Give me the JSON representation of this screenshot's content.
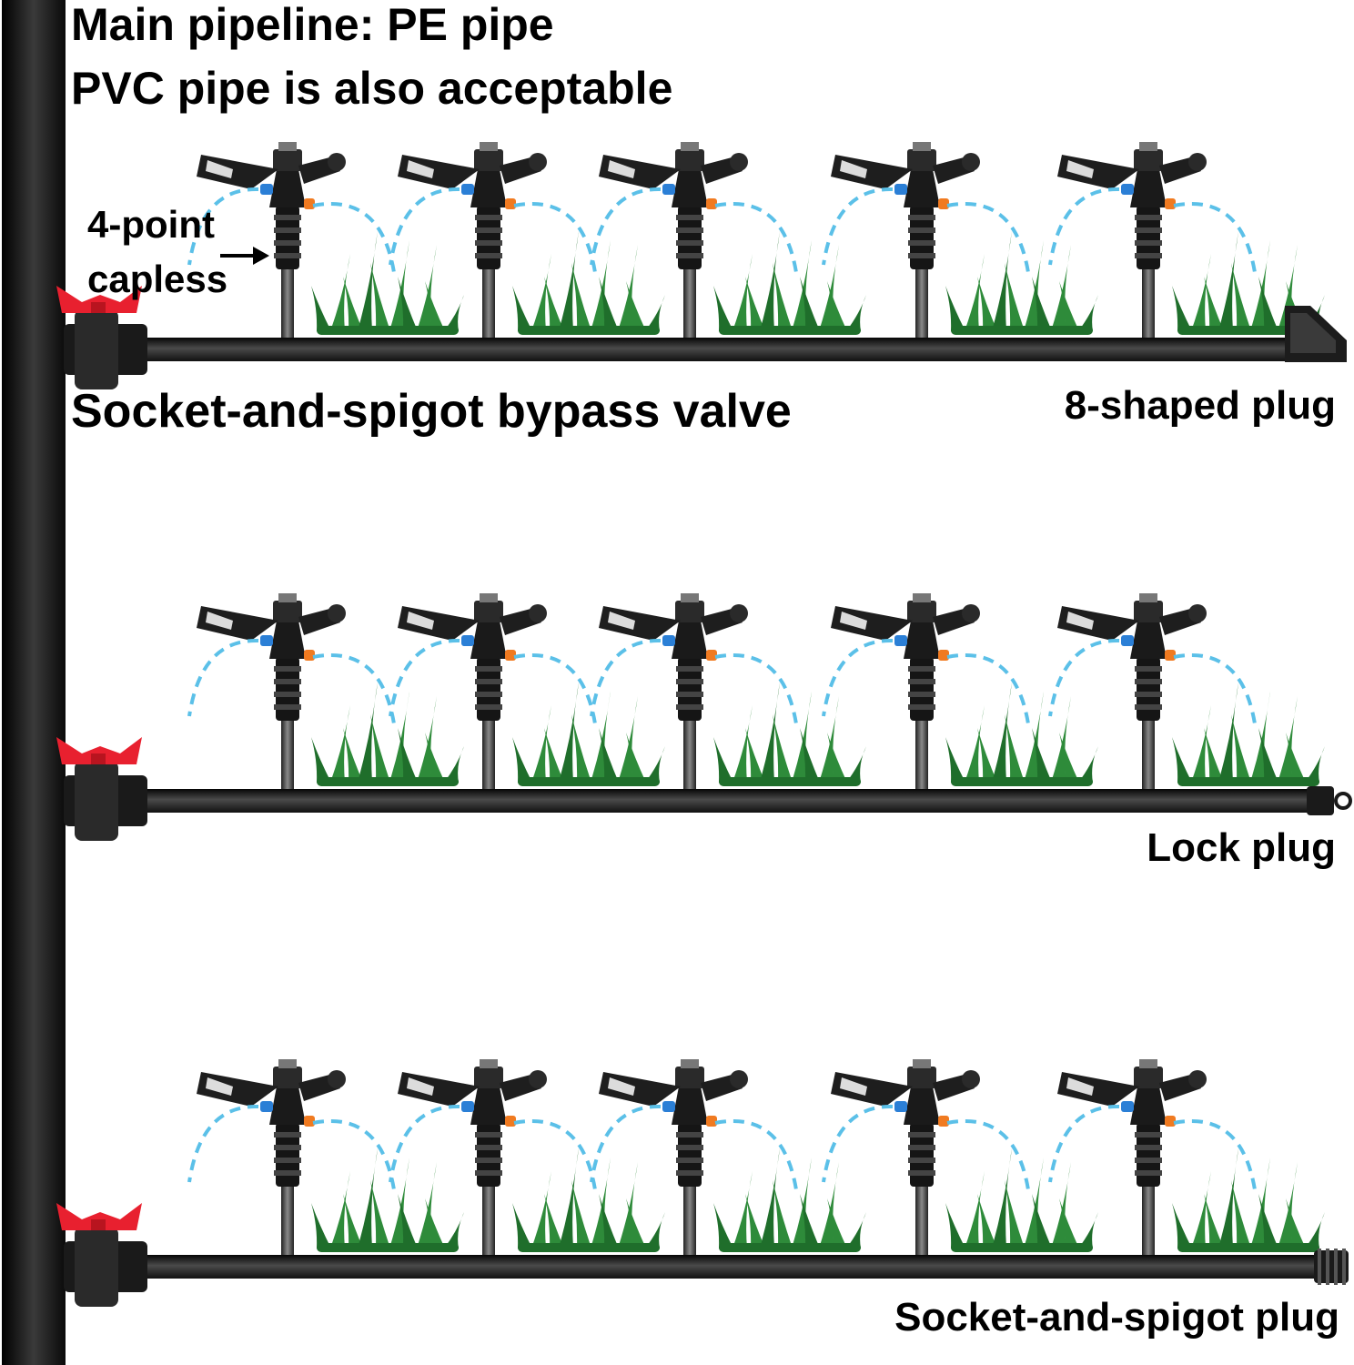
{
  "title": {
    "line1": "Main pipeline: PE pipe",
    "line2": "PVC pipe is also acceptable"
  },
  "callout": {
    "line1": "4-point",
    "line2": "capless"
  },
  "valve_label": "Socket-and-spigot bypass valve",
  "rows": [
    {
      "plug_label": "8-shaped plug",
      "plug_type": "8-shaped",
      "sprinklers": 5
    },
    {
      "plug_label": "Lock plug",
      "plug_type": "lock",
      "sprinklers": 5
    },
    {
      "plug_label": "Socket-and-spigot plug",
      "plug_type": "socket",
      "sprinklers": 5
    }
  ],
  "colors": {
    "pipe": "#1c1c1c",
    "valve_handle": "#e8202f",
    "water_spray": "#5bc0e8",
    "grass": "#2e8b3a",
    "nozzle_blue": "#2b7fd6",
    "nozzle_orange": "#f07a20"
  }
}
